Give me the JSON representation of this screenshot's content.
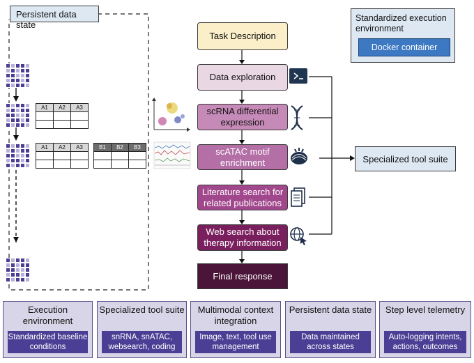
{
  "persistent_state_label": "Persistent data state",
  "standardized_env": {
    "title": "Standardized execution environment",
    "container_label": "Docker container"
  },
  "workflow": {
    "task": "Task Description",
    "steps": [
      "Data exploration",
      "scRNA differential expression",
      "scATAC motif enrichment",
      "Literature search for related publications",
      "Web search about therapy information"
    ],
    "final": "Final response"
  },
  "tool_suite_label": "Specialized tool suite",
  "tables": {
    "row1_headers": [
      "A1",
      "A2",
      "A3"
    ],
    "row2_headers_a": [
      "A1",
      "A2",
      "A3"
    ],
    "row2_headers_b": [
      "B1",
      "B2",
      "B3"
    ]
  },
  "bottom_cards": [
    {
      "title": "Execution environment",
      "subtitle": "Standardized baseline conditions"
    },
    {
      "title": "Specialized tool suite",
      "subtitle": "snRNA, snATAC, websearch, coding"
    },
    {
      "title": "Multimodal context integration",
      "subtitle": "Image, text, tool use management"
    },
    {
      "title": "Persistent data state",
      "subtitle": "Data maintained across states"
    },
    {
      "title": "Step level telemetry",
      "subtitle": "Auto-logging intents, actions, outcomes"
    }
  ],
  "colors": {
    "task": "#fbefc9",
    "step1": "#ead7e4",
    "step2": "#c68ab8",
    "step3": "#b36fa6",
    "step4": "#a1488d",
    "step5": "#7a1f5e",
    "final": "#4a1538",
    "matrix_dark": "#4a3f94",
    "matrix_light": "#b8b0da"
  }
}
